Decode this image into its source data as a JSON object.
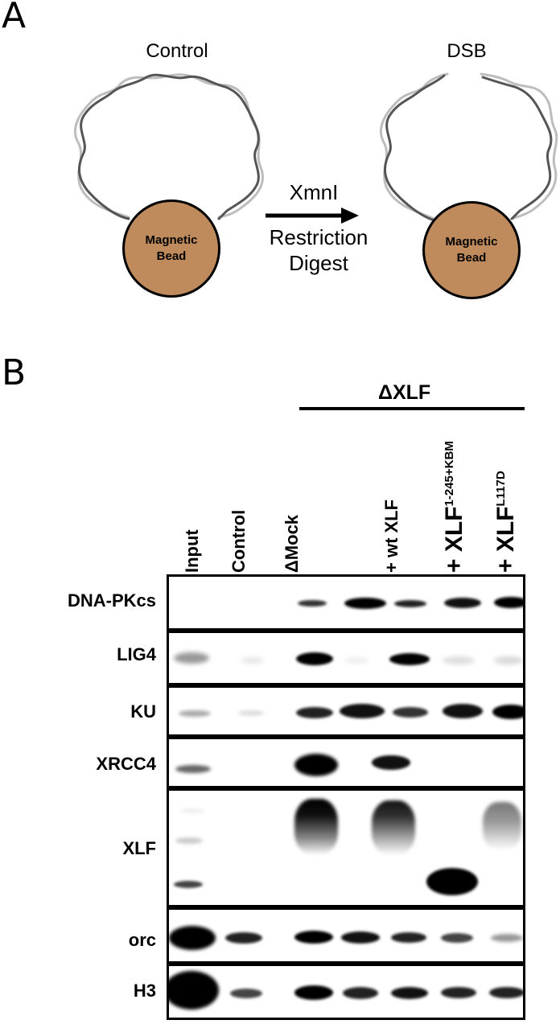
{
  "panel_a": {
    "letter": "A",
    "control_label": "Control",
    "dsb_label": "DSB",
    "bead_line1": "Magnetic",
    "bead_line2": "Bead",
    "arrow_line1": "XmnI",
    "arrow_line2": "Restriction",
    "arrow_line3": "Digest"
  },
  "panel_b": {
    "letter": "B",
    "group_label": "ΔXLF",
    "lanes": {
      "input": "Input",
      "control": "Control",
      "mock": "ΔMock",
      "wt": "+ wt XLF",
      "kbm_prefix": "+ XLF",
      "kbm_sup": "1-245+KBM",
      "l117d_prefix": "+ XLF",
      "l117d_sup": "L117D"
    },
    "rows": {
      "dnapkcs": "DNA-PKcs",
      "lig4": "LIG4",
      "ku": "KU",
      "xrcc4": "XRCC4",
      "xlf": "XLF",
      "orc": "orc",
      "h3": "H3"
    }
  }
}
